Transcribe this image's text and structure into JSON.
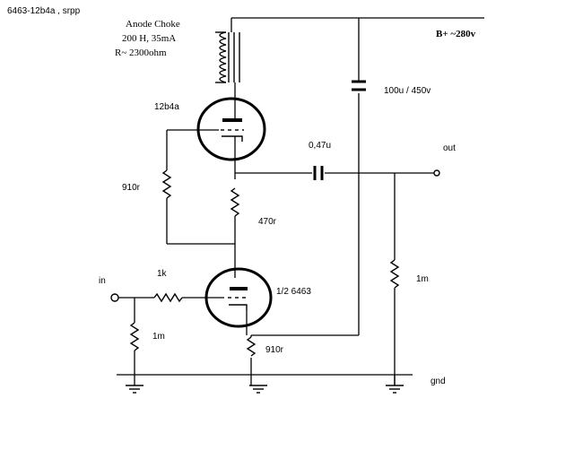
{
  "title": "6463-12b4a , srpp",
  "choke": {
    "name": "Anode Choke",
    "spec": "200   H, 35mA",
    "resistance": "R~   2300ohm"
  },
  "supply": "B+ ~280v",
  "labels": {
    "upper_tube": "12b4a",
    "lower_tube": "1/2 6463",
    "r_feedback": "910r",
    "r_mid": "470r",
    "r_grid_in": "1k",
    "r_grid_leak": "1m",
    "r_cathode": "910r",
    "r_out": "1m",
    "c_out": "0,47u",
    "c_supply": "100u  /  450v",
    "input": "in",
    "output": "out",
    "ground": "gnd"
  }
}
